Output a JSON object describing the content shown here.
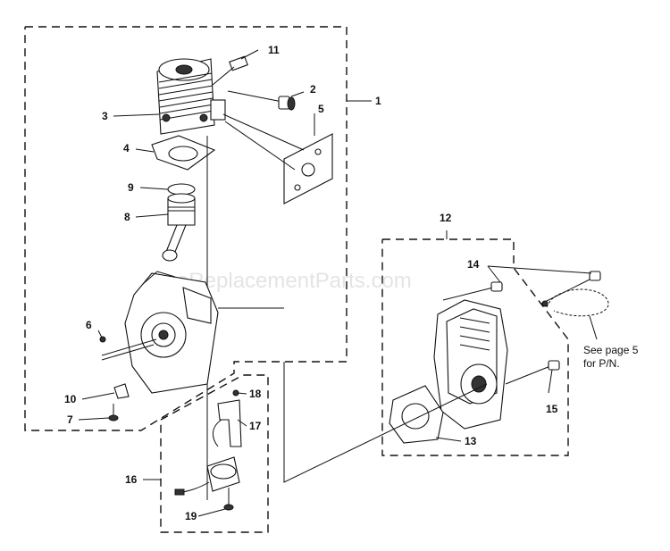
{
  "watermark": "eReplacementParts.com",
  "callouts": {
    "c1": "1",
    "c2": "2",
    "c3": "3",
    "c4": "4",
    "c5": "5",
    "c6": "6",
    "c7": "7",
    "c8": "8",
    "c9": "9",
    "c10": "10",
    "c11": "11",
    "c12": "12",
    "c13": "13",
    "c14": "14",
    "c15": "15",
    "c16": "16",
    "c17": "17",
    "c18": "18",
    "c19": "19"
  },
  "note": {
    "line1": "See page 5",
    "line2": "for P/N."
  }
}
